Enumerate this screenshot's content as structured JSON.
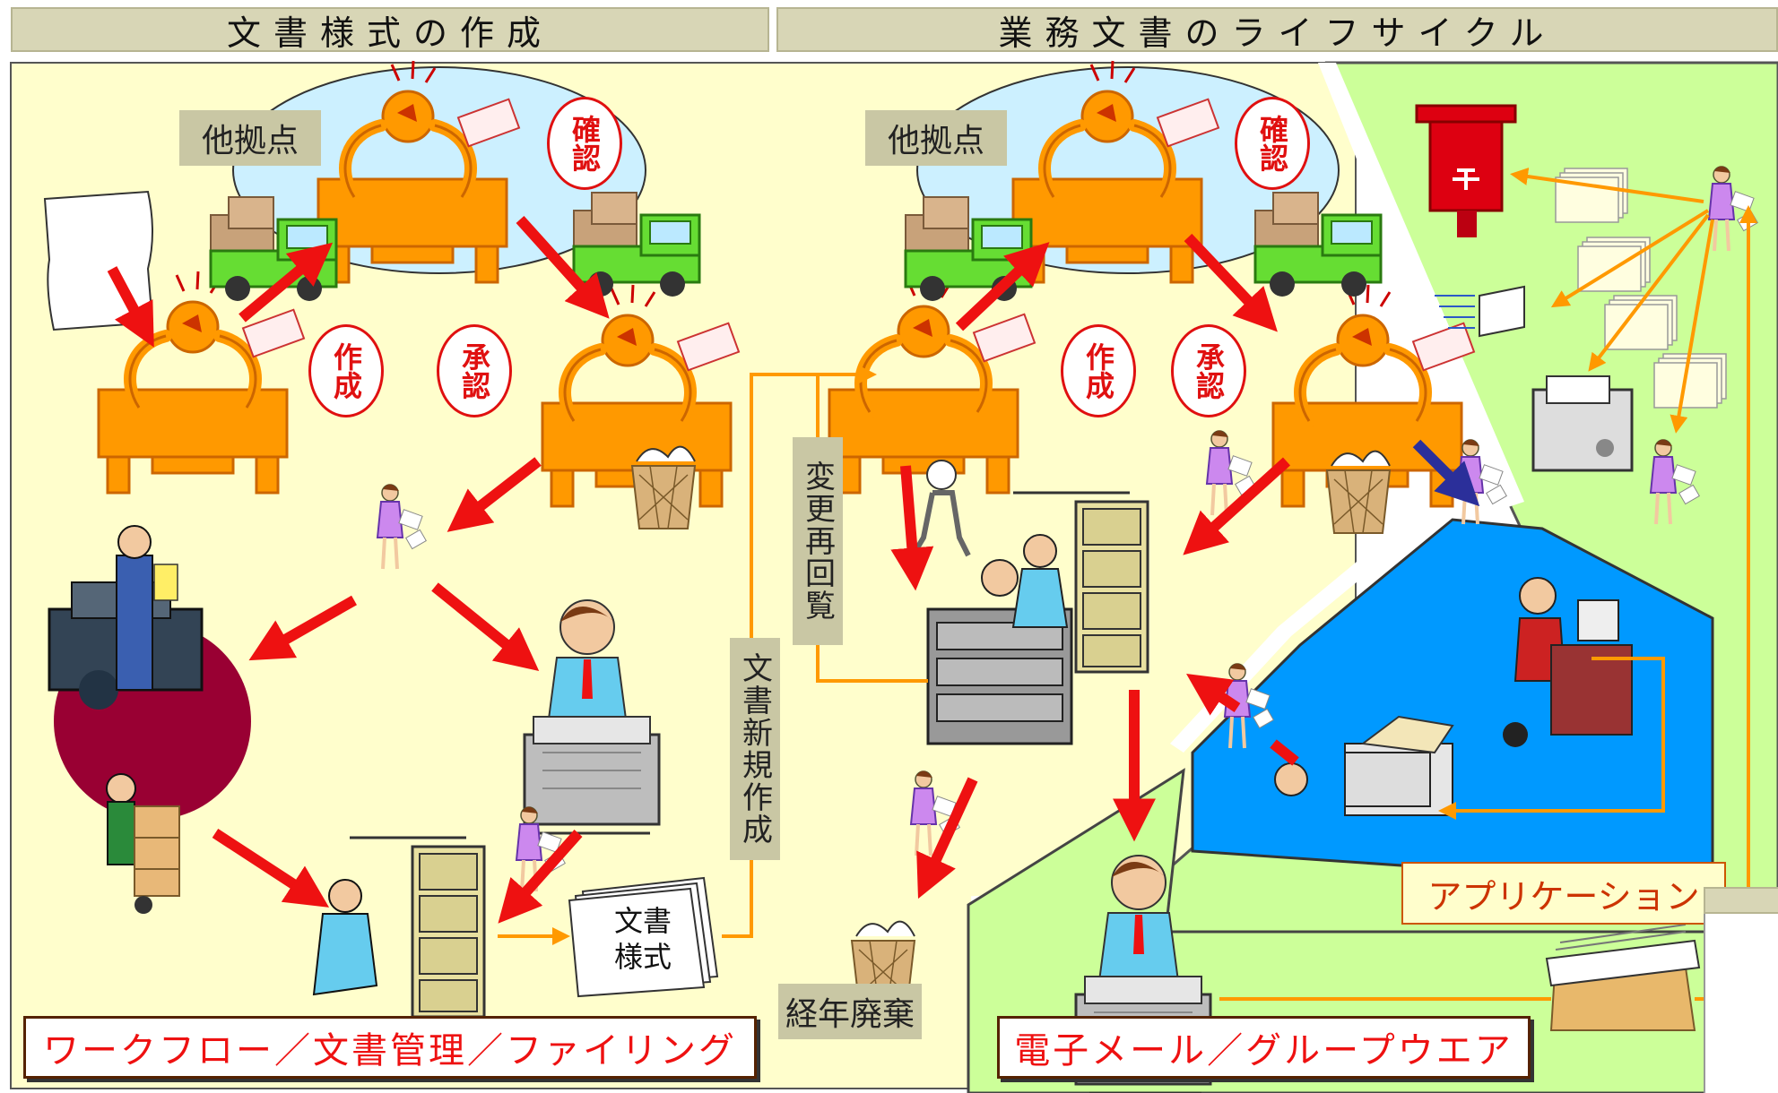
{
  "headers": {
    "left": "文書様式の作成",
    "right": "業務文書のライフサイクル"
  },
  "tags": {
    "other_site_left": "他拠点",
    "other_site_right": "他拠点",
    "change_review": "変更再回覧",
    "new_doc": "文書新規作成",
    "disposal": "経年廃棄",
    "application": "アプリケーション"
  },
  "stamps": {
    "confirm_left": "確認",
    "create_left": "作成",
    "approve_left": "承認",
    "confirm_right": "確認",
    "create_right": "作成",
    "approve_right": "承認"
  },
  "document": {
    "line1": "文書",
    "line2": "様式"
  },
  "bottom_labels": {
    "workflow": "ワークフロー／文書管理／ファイリング",
    "email": "電子メール／グループウエア"
  },
  "colors": {
    "desk": "#ff9900",
    "arrow_red": "#ee1111",
    "arrow_orange": "#ff9900",
    "cream": "#fffecc",
    "green": "#ccff99",
    "blue": "#0099ff",
    "maroon": "#990033",
    "truck_green": "#66dd33"
  }
}
